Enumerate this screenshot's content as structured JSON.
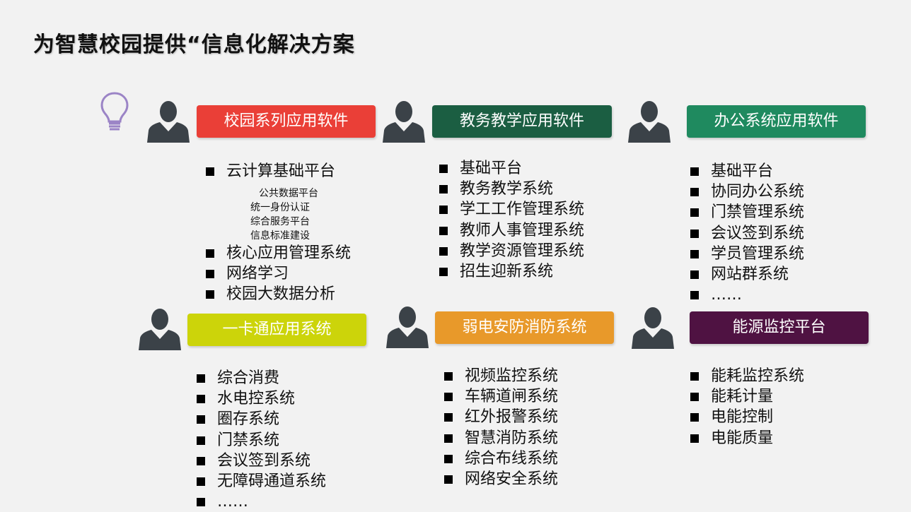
{
  "title": "为智慧校园提供“信息化解决方案",
  "colors": {
    "red": "#ea3f37",
    "dark_green": "#1b5e42",
    "green": "#1f8a5f",
    "yellow_green": "#ccd40a",
    "orange": "#e8992a",
    "purple": "#4f1242",
    "bulb": "#9b84c6",
    "person": "#3b4248"
  },
  "cards": [
    {
      "banner": "校园系列应用软件",
      "items": [
        "云计算基础平台",
        "核心应用管理系统",
        "网络学习",
        "校园大数据分析"
      ],
      "subitems": [
        "公共数据平台",
        "统一身份认证",
        "综合服务平台",
        "信息标准建设"
      ]
    },
    {
      "banner": "教务教学应用软件",
      "items": [
        "基础平台",
        "教务教学系统",
        "学工工作管理系统",
        "教师人事管理系统",
        "教学资源管理系统",
        "招生迎新系统"
      ]
    },
    {
      "banner": "办公系统应用软件",
      "items": [
        "基础平台",
        "协同办公系统",
        "门禁管理系统",
        "会议签到系统",
        "学员管理系统",
        "网站群系统",
        "……"
      ]
    },
    {
      "banner": "一卡通应用系统",
      "items": [
        "综合消费",
        "水电控系统",
        "圈存系统",
        "门禁系统",
        "会议签到系统",
        "无障碍通道系统",
        "……"
      ]
    },
    {
      "banner": "弱电安防消防系统",
      "items": [
        "视频监控系统",
        "车辆道闸系统",
        "红外报警系统",
        "智慧消防系统",
        "综合布线系统",
        "网络安全系统"
      ]
    },
    {
      "banner": "能源监控平台",
      "items": [
        "能耗监控系统",
        "能耗计量",
        "电能控制",
        "电能质量"
      ]
    }
  ]
}
